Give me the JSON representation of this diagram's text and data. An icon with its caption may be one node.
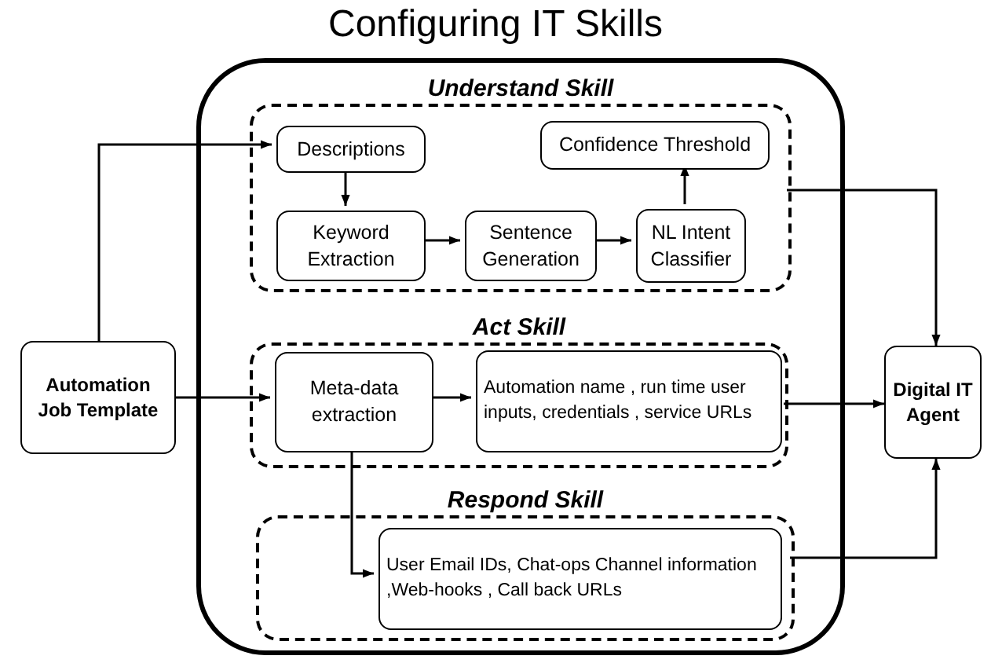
{
  "diagram": {
    "title": "Configuring IT Skills",
    "nodes": [
      {
        "text": [],
        "shape": "box"
      },
      {
        "text": [
          "Understand Skill"
        ],
        "in": 0
      },
      {
        "text": [
          "Descriptions"
        ],
        "in": 1
      },
      {
        "text": [
          "Confidence Threshold"
        ],
        "in": 1
      },
      {
        "text": [
          "Keyword Extraction"
        ],
        "in": 1
      },
      {
        "text": [
          "Sentence Generation"
        ],
        "in": 1
      },
      {
        "text": [
          "NL Intent Classifier"
        ],
        "in": 1
      },
      {
        "text": [
          "Act Skill"
        ],
        "in": 0
      },
      {
        "text": [
          "Meta-data extraction"
        ],
        "in": 7
      },
      {
        "text": [
          "Automation name , run time user inputs, credentials , service URLs"
        ],
        "in": 7
      },
      {
        "text": [
          "Respond Skill"
        ],
        "in": 0
      },
      {
        "text": [
          "User Email IDs, Chat-ops Channel information ,Web-hooks , Call back URLs"
        ],
        "in": 10
      },
      {
        "text": [
          "Automation Job Template"
        ]
      },
      {
        "text": [
          "Digital IT Agent"
        ]
      }
    ],
    "edges": [
      {
        "from": 12,
        "to": 2,
        "arrow": "to"
      },
      {
        "from": 2,
        "to": 4,
        "arrow": "to"
      },
      {
        "from": 4,
        "to": 5,
        "arrow": "to"
      },
      {
        "from": 5,
        "to": 6,
        "arrow": "to"
      },
      {
        "from": 6,
        "to": 3,
        "arrow": "to"
      },
      {
        "from": 1,
        "to": 13,
        "arrow": "to"
      },
      {
        "from": 12,
        "to": 8,
        "arrow": "to"
      },
      {
        "from": 8,
        "to": 9,
        "arrow": "to"
      },
      {
        "from": 7,
        "to": 13,
        "arrow": "to"
      },
      {
        "from": 8,
        "to": 11,
        "arrow": "to"
      },
      {
        "from": 10,
        "to": 13,
        "arrow": "to"
      }
    ]
  }
}
